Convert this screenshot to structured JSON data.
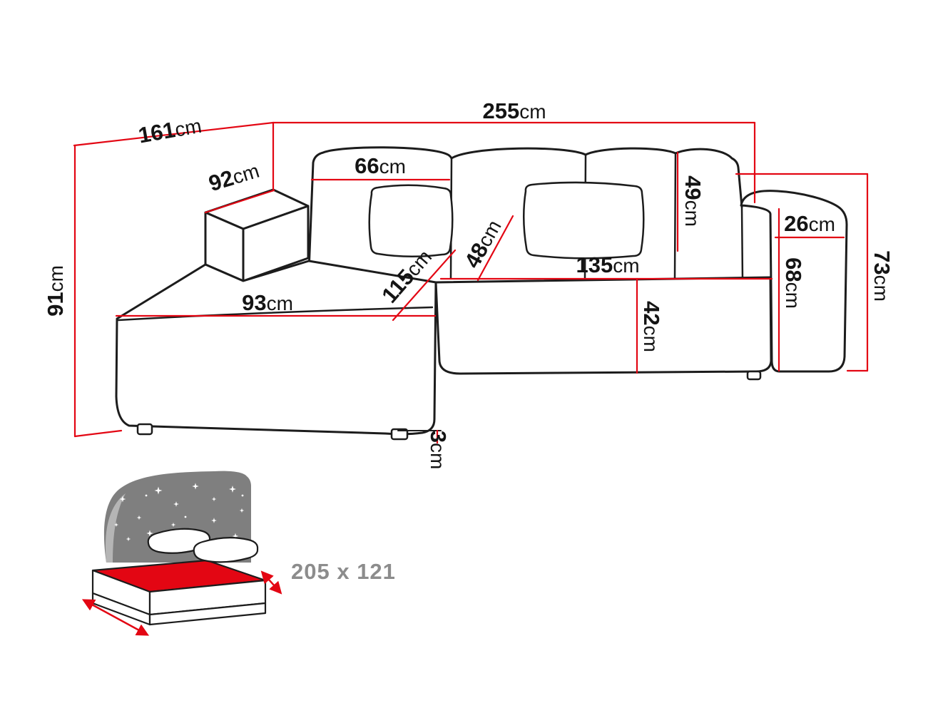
{
  "labels": {
    "total_width": {
      "value": "255",
      "unit": "cm"
    },
    "depth": {
      "value": "161",
      "unit": "cm"
    },
    "left_armrest_width": {
      "value": "92",
      "unit": "cm"
    },
    "back_cushion_width": {
      "value": "66",
      "unit": "cm"
    },
    "back_cushion_height": {
      "value": "49",
      "unit": "cm"
    },
    "right_armrest_width": {
      "value": "26",
      "unit": "cm"
    },
    "backrest_height": {
      "value": "73",
      "unit": "cm"
    },
    "armrest_height": {
      "value": "68",
      "unit": "cm"
    },
    "seat_depth_right": {
      "value": "135",
      "unit": "cm"
    },
    "small_cushion": {
      "value": "48",
      "unit": "cm"
    },
    "chaise_depth": {
      "value": "115",
      "unit": "cm"
    },
    "chaise_front_width": {
      "value": "93",
      "unit": "cm"
    },
    "seat_height": {
      "value": "42",
      "unit": "cm"
    },
    "side_height": {
      "value": "91",
      "unit": "cm"
    },
    "leg_height": {
      "value": "3",
      "unit": "cm"
    },
    "sleeping_area": {
      "value": "205 x 121"
    }
  },
  "colors": {
    "dimension": "#e30613",
    "outline": "#1c1c1c",
    "headboard": "#7f7f7f",
    "headboard_highlight": "#b5b5b5",
    "mattress_top": "#e30613",
    "sleeping_label": "#8c8c8c"
  }
}
